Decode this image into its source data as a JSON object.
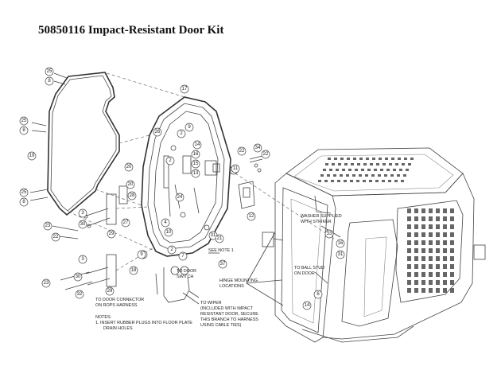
{
  "title": "50850116 Impact-Resistant Door Kit",
  "callouts": [
    "25",
    "8",
    "25",
    "8",
    "19",
    "25",
    "8",
    "17",
    "26",
    "9",
    "2",
    "14",
    "16",
    "15",
    "13",
    "22",
    "34",
    "22",
    "12",
    "20",
    "20",
    "28",
    "2",
    "24",
    "4",
    "10",
    "3",
    "30",
    "29",
    "27",
    "23",
    "22",
    "31",
    "2",
    "9",
    "7",
    "3",
    "21",
    "18",
    "29",
    "9",
    "30",
    "23",
    "32",
    "37",
    "11",
    "33",
    "16",
    "31",
    "6",
    "14"
  ],
  "notes": {
    "washer": [
      "WASHER SUPPLIED",
      "WITH STRIKER"
    ],
    "ball_stud": [
      "TO BALL STUD",
      "ON DOOR"
    ],
    "door_switch": [
      "TO DOOR",
      "SWITCH"
    ],
    "see_note": "SEE NOTE 1",
    "hinge": [
      "HINGE MOUNTING",
      "LOCATIONS"
    ],
    "door_connector": [
      "TO DOOR CONNECTOR",
      "ON ROPS HARNESS"
    ],
    "wiper": [
      "TO WIPER",
      "(INCLUDED WITH IMPACT",
      "RESISTANT DOOR, SECURE",
      "THIS BRANCH TO HARNESS",
      "USING CABLE TIES)"
    ],
    "notes_block": [
      "NOTES:",
      "1.  INSERT RUBBER PLUGS INTO FLOOR PLATE",
      "DRAIN HOLES"
    ]
  }
}
